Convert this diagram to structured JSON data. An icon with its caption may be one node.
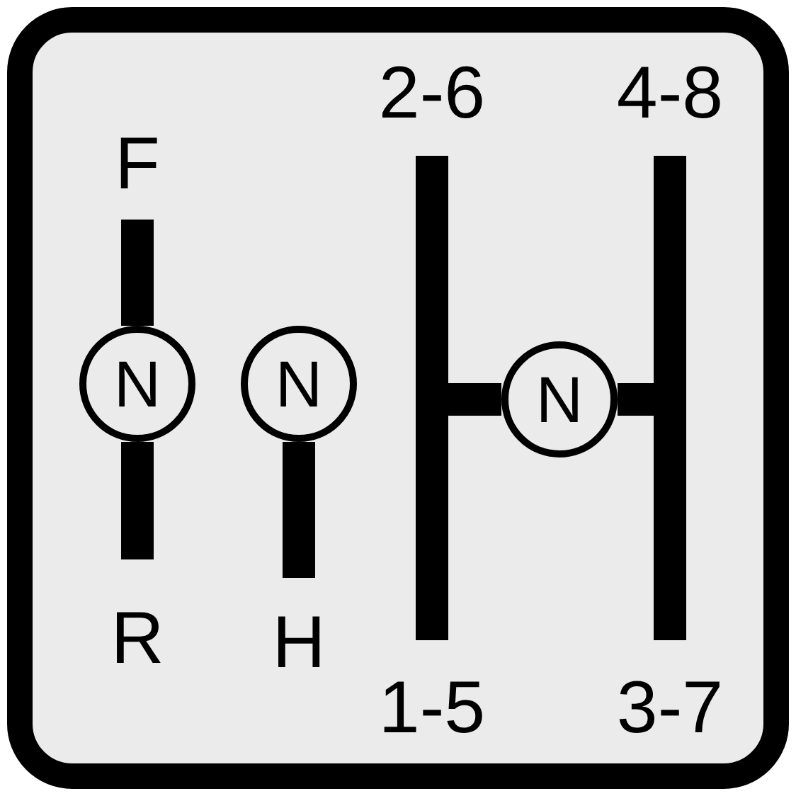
{
  "diagram": {
    "nodes": [
      {
        "text": [
          "F"
        ]
      },
      {
        "text": [
          "N"
        ]
      },
      {
        "text": [
          "R"
        ]
      },
      {
        "text": [
          "N"
        ]
      },
      {
        "text": [
          "H"
        ]
      },
      {
        "text": [
          "2-6"
        ]
      },
      {
        "text": [
          "4-8"
        ]
      },
      {
        "text": [
          "N"
        ]
      },
      {
        "text": [
          "1-5"
        ]
      },
      {
        "text": [
          "3-7"
        ]
      }
    ],
    "edges": [
      {
        "from": 1,
        "to": 0,
        "arrow": "none"
      },
      {
        "from": 1,
        "to": 2,
        "arrow": "none"
      },
      {
        "from": 3,
        "to": 4,
        "arrow": "none"
      },
      {
        "from": 7,
        "to": 5,
        "arrow": "none"
      },
      {
        "from": 7,
        "to": 8,
        "arrow": "none"
      },
      {
        "from": 7,
        "to": 6,
        "arrow": "none"
      },
      {
        "from": 7,
        "to": 9,
        "arrow": "none"
      }
    ]
  }
}
